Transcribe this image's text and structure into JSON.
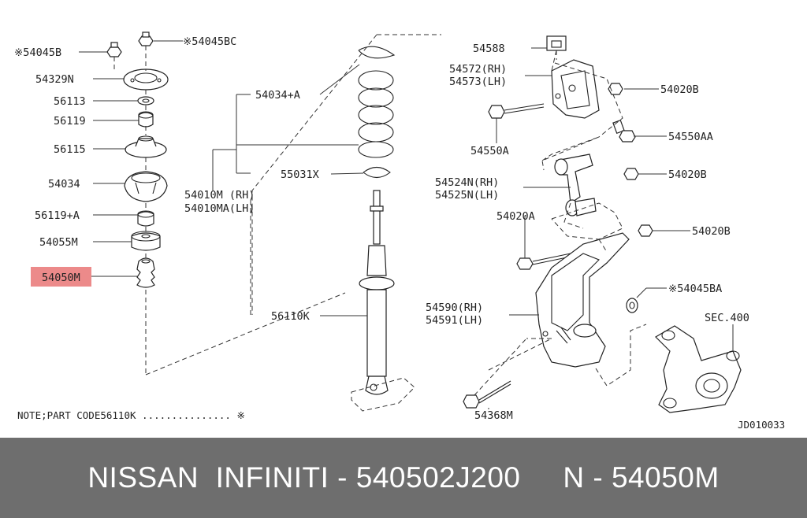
{
  "labels": {
    "l54045B": "※54045B",
    "l54045BC": "※54045BC",
    "l54329N": "54329N",
    "l56113": "56113",
    "l56119": "56119",
    "l56115": "56115",
    "l54034": "54034",
    "l56119A": "56119+A",
    "l54055M": "54055M",
    "l54050M": "54050M",
    "l54034A": "54034+A",
    "l55031X": "55031X",
    "l54010M": "54010M (RH)",
    "l54010MA": "54010MA(LH)",
    "l56110K": "56110K",
    "l54588": "54588",
    "l54572": "54572(RH)",
    "l54573": "54573(LH)",
    "l54020B_1": "54020B",
    "l54550A": "54550A",
    "l54550AA": "54550AA",
    "l54020B_2": "54020B",
    "l54524N": "54524N(RH)",
    "l54525N": "54525N(LH)",
    "l54020A": "54020A",
    "l54020B_3": "54020B",
    "l54045BA": "※54045BA",
    "l54590": "54590(RH)",
    "l54591": "54591(LH)",
    "lSEC400": "SEC.400",
    "l54368M": "54368M",
    "note": "NOTE;PART CODE56110K ............... ※",
    "code": "JD010033"
  },
  "highlight_color": "#ec8a8a",
  "footer": {
    "text": "NISSAN  INFINITI - 540502J200     N - 54050M"
  }
}
